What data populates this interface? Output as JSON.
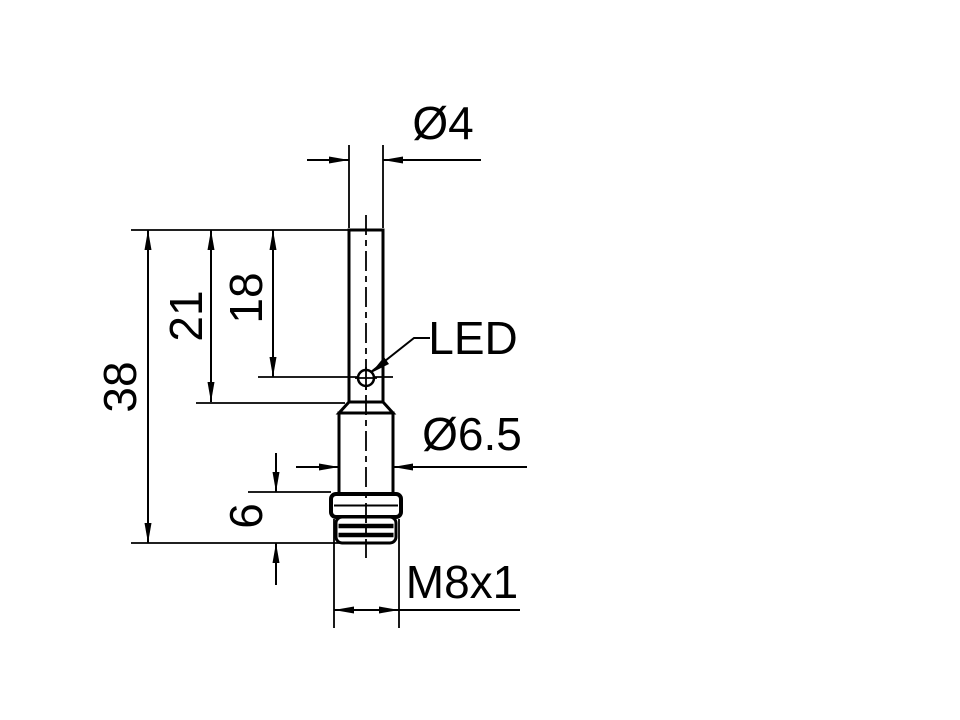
{
  "drawing": {
    "background": "#ffffff",
    "line_color": "#000000",
    "labels": {
      "tube_diameter": "Ø4",
      "overall_length": "38",
      "length_to_shoulder": "21",
      "length_to_led": "18",
      "led": "LED",
      "body_diameter": "Ø6.5",
      "thread_length": "6",
      "thread_spec": "M8x1"
    }
  }
}
